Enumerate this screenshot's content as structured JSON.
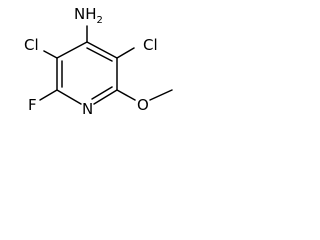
{
  "structure": {
    "labels": {
      "amine": "NH2",
      "chloro_left": "Cl",
      "chloro_right": "Cl",
      "fluoro": "F",
      "ring_nitrogen": "N",
      "oxygen": "O"
    }
  }
}
